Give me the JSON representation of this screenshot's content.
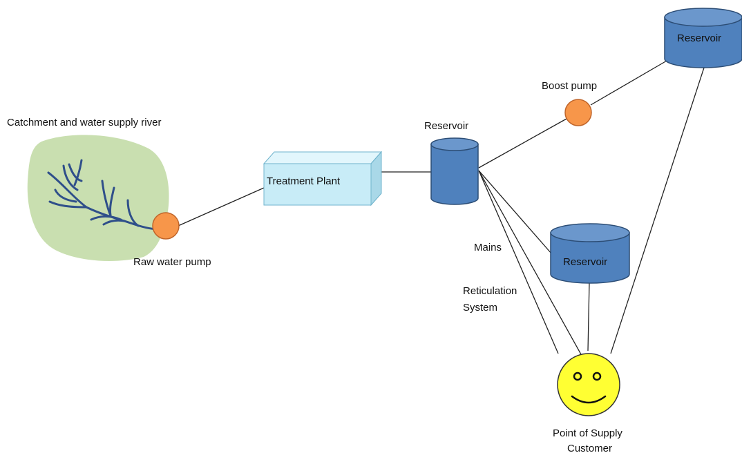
{
  "labels": {
    "catchment": "Catchment and water supply river",
    "raw_pump": "Raw water pump",
    "treatment_plant": "Treatment Plant",
    "reservoir_center": "Reservoir",
    "boost_pump": "Boost pump",
    "reservoir_top": "Reservoir",
    "reservoir_mid": "Reservoir",
    "mains": "Mains",
    "reticulation_line1": "Reticulation",
    "reticulation_line2": "System",
    "customer_line1": "Point of Supply",
    "customer_line2": "Customer"
  },
  "colors": {
    "catchment_fill": "#c9dfb0",
    "river": "#2f4f8a",
    "pump_fill": "#f7964a",
    "pump_stroke": "#c0652a",
    "plant_fill": "#c8ecf7",
    "plant_stroke": "#6fb3cc",
    "reservoir_fill": "#4f81bd",
    "reservoir_top": "#6b97cc",
    "reservoir_stroke": "#2c4d75",
    "customer_fill": "#ffff33",
    "line": "#222222"
  }
}
